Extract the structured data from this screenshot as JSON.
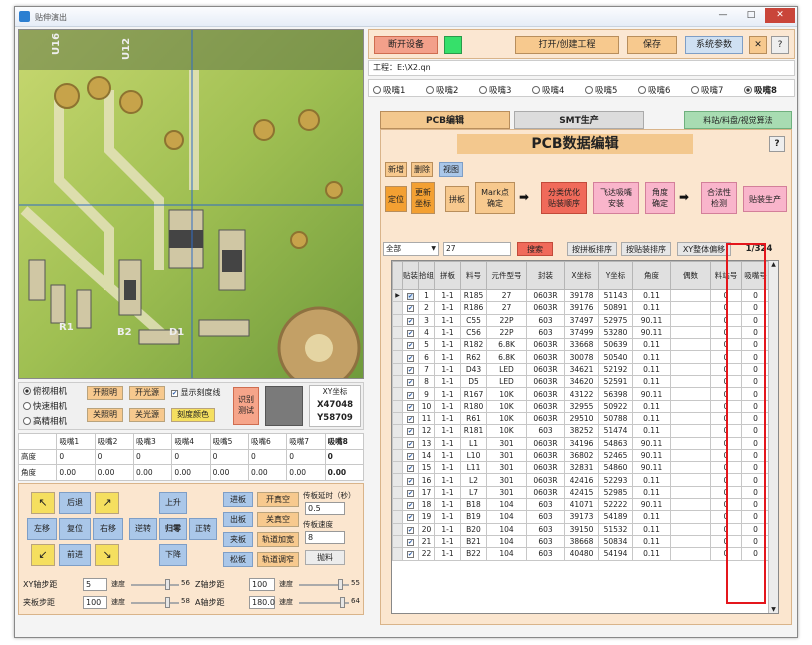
{
  "window": {
    "title": "贴伸演出",
    "controls": [
      "—",
      "□",
      "✕"
    ]
  },
  "left": {
    "camera_radios": [
      {
        "label": "俯视相机",
        "on": true
      },
      {
        "label": "快速相机",
        "on": false
      },
      {
        "label": "高精相机",
        "on": false
      }
    ],
    "buttons": {
      "open_light1": "开照明",
      "open_source": "开光源",
      "close_light1": "关照明",
      "close_source": "关光源",
      "show_scale": "显示刻度线",
      "scale_color": "刻度颜色",
      "recognize": "识别\n测试"
    },
    "xy": {
      "title": "XY坐标",
      "x": "X47048",
      "y": "Y58709"
    },
    "nozzle_table": {
      "headers": [
        "",
        "吸嘴1",
        "吸嘴2",
        "吸嘴3",
        "吸嘴4",
        "吸嘴5",
        "吸嘴6",
        "吸嘴7",
        "吸嘴8"
      ],
      "rows": [
        [
          "高度",
          "0",
          "0",
          "0",
          "0",
          "0",
          "0",
          "0",
          "0"
        ],
        [
          "角度",
          "0.00",
          "0.00",
          "0.00",
          "0.00",
          "0.00",
          "0.00",
          "0.00",
          "0.00"
        ]
      ]
    },
    "jog": {
      "left_up": "↖",
      "back": "后退",
      "right_up": "↗",
      "left_move": "左移",
      "reset": "复位",
      "right_move": "右移",
      "left_down": "↙",
      "forward": "前进",
      "right_down": "↘",
      "up": "上升",
      "rev_turn": "逆转",
      "zero": "归零",
      "fwd_turn": "正转",
      "down": "下降"
    },
    "feeder": {
      "in_board": "进板",
      "out_board": "出板",
      "clamp": "夹板",
      "release": "松板",
      "open_vacuum": "开真空",
      "close_vacuum": "关真空",
      "accel": "轨道加宽",
      "narrow": "轨道调窄",
      "throw": "抛料",
      "delay_label": "传板延时（秒）",
      "delay_value": "0.5",
      "speed_label": "传板速度",
      "speed_value": "8"
    },
    "sliders": [
      {
        "label": "XY轴步距",
        "value": "5",
        "speed": "速度",
        "num": "56"
      },
      {
        "label": "Z轴步距",
        "value": "100",
        "speed": "速度",
        "num": "55"
      },
      {
        "label": "夹板步距",
        "value": "100",
        "speed": "速度",
        "num": "58"
      },
      {
        "label": "A轴步距",
        "value": "180.0",
        "speed": "速度",
        "num": "64"
      }
    ],
    "slider_levels": [
      0.78,
      0.86,
      0.8,
      0.9
    ]
  },
  "right": {
    "top": {
      "open_device": "断开设备",
      "open_project": "打开/创建工程",
      "save": "保存",
      "system": "系统参数",
      "close": "✕",
      "help": "?"
    },
    "project_label": "工程：E:\\X2.qn",
    "nozzles": [
      {
        "label": "吸嘴1",
        "on": false
      },
      {
        "label": "吸嘴2",
        "on": false
      },
      {
        "label": "吸嘴3",
        "on": false
      },
      {
        "label": "吸嘴4",
        "on": false
      },
      {
        "label": "吸嘴5",
        "on": false
      },
      {
        "label": "吸嘴6",
        "on": false
      },
      {
        "label": "吸嘴7",
        "on": false
      },
      {
        "label": "吸嘴8",
        "on": true
      }
    ],
    "tabs": [
      "PCB编辑",
      "SMT生产",
      "料站/料盘/视觉算法"
    ],
    "panel_title": "PCB数据编辑",
    "funcs": {
      "add": "新增",
      "delete": "删除",
      "view": "视图",
      "locate": "定位",
      "update": "更新\n坐标",
      "splice": "拼板",
      "mark": "Mark点\n确定",
      "optimize": "分类优化\n贴装顺序",
      "fly": "飞达吸嘴\n安装",
      "angle": "角度\n确定",
      "legal": "合法性\n检测",
      "produce": "贴装生产",
      "arrow": "➡"
    },
    "search": {
      "filter": "全部",
      "value": "27",
      "search": "搜索",
      "by_board": "按拼板排序",
      "by_group": "按贴装排序",
      "xy_move": "XY整体偏移",
      "page": "1/324"
    },
    "headers": [
      "贴装",
      "拾组",
      "拼板",
      "料号",
      "元件型号",
      "封装",
      "X坐标",
      "Y坐标",
      "角度",
      "偶数",
      "料站号",
      "吸嘴号"
    ],
    "rows": [
      [
        "1",
        "1-1",
        "R185",
        "27",
        "0603R",
        "39178",
        "51143",
        "0.11",
        "",
        "0",
        "0"
      ],
      [
        "2",
        "1-1",
        "R186",
        "27",
        "0603R",
        "39176",
        "50891",
        "0.11",
        "",
        "0",
        "0"
      ],
      [
        "3",
        "1-1",
        "C55",
        "22P",
        "603",
        "37497",
        "52975",
        "90.11",
        "",
        "0",
        "0"
      ],
      [
        "4",
        "1-1",
        "C56",
        "22P",
        "603",
        "37499",
        "53280",
        "90.11",
        "",
        "0",
        "0"
      ],
      [
        "5",
        "1-1",
        "R182",
        "6.8K",
        "0603R",
        "33668",
        "50639",
        "0.11",
        "",
        "0",
        "0"
      ],
      [
        "6",
        "1-1",
        "R62",
        "6.8K",
        "0603R",
        "30078",
        "50540",
        "0.11",
        "",
        "0",
        "0"
      ],
      [
        "7",
        "1-1",
        "D43",
        "LED",
        "0603R",
        "34621",
        "52192",
        "0.11",
        "",
        "0",
        "0"
      ],
      [
        "8",
        "1-1",
        "D5",
        "LED",
        "0603R",
        "34620",
        "52591",
        "0.11",
        "",
        "0",
        "0"
      ],
      [
        "9",
        "1-1",
        "R167",
        "10K",
        "0603R",
        "43122",
        "56398",
        "90.11",
        "",
        "0",
        "0"
      ],
      [
        "10",
        "1-1",
        "R180",
        "10K",
        "0603R",
        "32955",
        "50922",
        "0.11",
        "",
        "0",
        "0"
      ],
      [
        "11",
        "1-1",
        "R61",
        "10K",
        "0603R",
        "29510",
        "50788",
        "0.11",
        "",
        "0",
        "0"
      ],
      [
        "12",
        "1-1",
        "R181",
        "10K",
        "603",
        "38252",
        "51474",
        "0.11",
        "",
        "0",
        "0"
      ],
      [
        "13",
        "1-1",
        "L1",
        "301",
        "0603R",
        "34196",
        "54863",
        "90.11",
        "",
        "0",
        "0"
      ],
      [
        "14",
        "1-1",
        "L10",
        "301",
        "0603R",
        "36802",
        "52465",
        "90.11",
        "",
        "0",
        "0"
      ],
      [
        "15",
        "1-1",
        "L11",
        "301",
        "0603R",
        "32831",
        "54860",
        "90.11",
        "",
        "0",
        "0"
      ],
      [
        "16",
        "1-1",
        "L2",
        "301",
        "0603R",
        "42416",
        "52293",
        "0.11",
        "",
        "0",
        "0"
      ],
      [
        "17",
        "1-1",
        "L7",
        "301",
        "0603R",
        "42415",
        "52985",
        "0.11",
        "",
        "0",
        "0"
      ],
      [
        "18",
        "1-1",
        "B18",
        "104",
        "603",
        "41071",
        "52222",
        "90.11",
        "",
        "0",
        "0"
      ],
      [
        "19",
        "1-1",
        "B19",
        "104",
        "603",
        "39173",
        "54189",
        "0.11",
        "",
        "0",
        "0"
      ],
      [
        "20",
        "1-1",
        "B20",
        "104",
        "603",
        "39150",
        "51532",
        "0.11",
        "",
        "0",
        "0"
      ],
      [
        "21",
        "1-1",
        "B21",
        "104",
        "603",
        "38668",
        "50834",
        "0.11",
        "",
        "0",
        "0"
      ],
      [
        "22",
        "1-1",
        "B22",
        "104",
        "603",
        "40480",
        "54194",
        "0.11",
        "",
        "0",
        "0"
      ]
    ],
    "colors": {
      "highlight": "#e4161c",
      "green_indicator": "#36e06a",
      "panel_bg": "#fbe6cf"
    }
  }
}
